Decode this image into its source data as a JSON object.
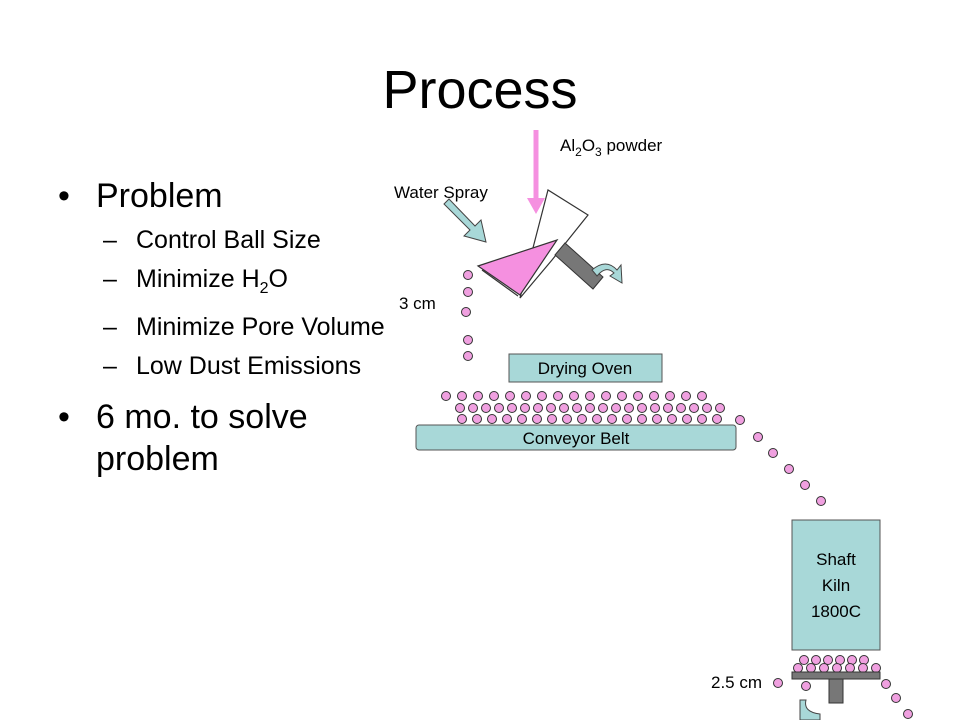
{
  "title": "Process",
  "bullets": {
    "problem": "Problem",
    "items": [
      {
        "pre": "Control Ball Size",
        "sub": "",
        "post": ""
      },
      {
        "pre": "Minimize H",
        "sub": "2",
        "post": "O"
      },
      {
        "pre": "Minimize Pore Volume",
        "sub": "",
        "post": ""
      },
      {
        "pre": "Low Dust Emissions",
        "sub": "",
        "post": ""
      }
    ],
    "timeline": "6 mo. to solve problem"
  },
  "diagram": {
    "powder": {
      "pre": "Al",
      "sub1": "2",
      "mid": "O",
      "sub2": "3",
      "post": " powder"
    },
    "water_spray": "Water Spray",
    "ball_size_top": "3 cm",
    "drying_oven": "Drying Oven",
    "conveyor_belt": "Conveyor Belt",
    "kiln": [
      "Shaft",
      "Kiln",
      "1800C"
    ],
    "ball_size_bottom": "2.5 cm",
    "colors": {
      "ball": "#f0a0e0",
      "pan": "#f590e0",
      "spray_arrow": "#a8d8d8",
      "label_box": "#a8d8d8",
      "kiln": "#a8d8d8",
      "stroke": "#333333"
    }
  }
}
